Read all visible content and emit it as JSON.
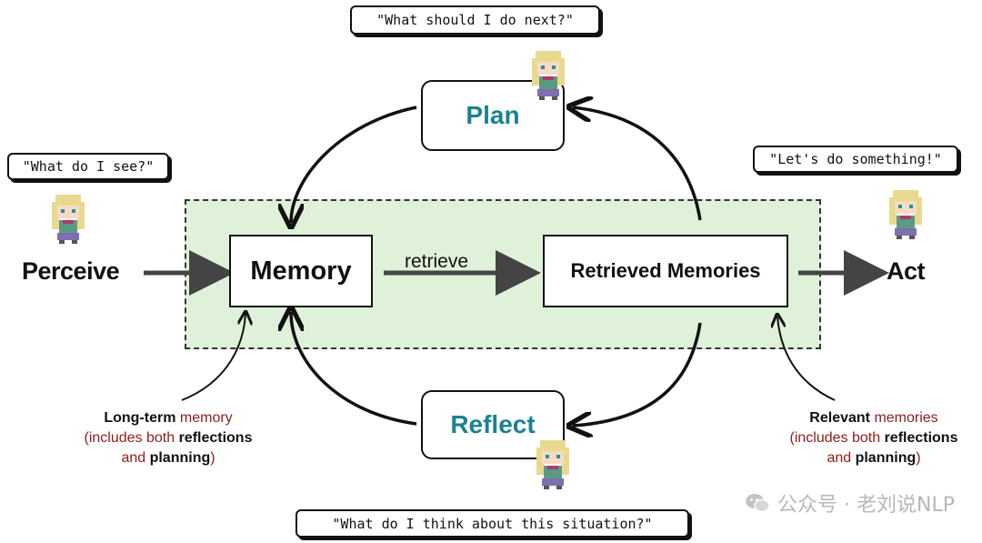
{
  "labels": {
    "perceive": "Perceive",
    "act": "Act",
    "memory": "Memory",
    "retrieved": "Retrieved Memories",
    "retrieve": "retrieve",
    "plan": "Plan",
    "reflect": "Reflect"
  },
  "bubbles": {
    "perceive": "\"What do I see?\"",
    "plan": "\"What should I do next?\"",
    "act": "\"Let's do something!\"",
    "reflect": "\"What do I think about this situation?\""
  },
  "notes": {
    "left": {
      "line1_bold": "Long-term",
      "line1_red": " memory",
      "line2_red_open": "(includes both ",
      "line2_bold": "reflections",
      "line3_red_and": "and ",
      "line3_bold": "planning",
      "line3_red_close": ")"
    },
    "right": {
      "line1_bold": "Relevant",
      "line1_red": " memories",
      "line2_red_open": "(includes both ",
      "line2_bold": "reflections",
      "line3_red_and": "and ",
      "line3_bold": "planning",
      "line3_red_close": ")"
    }
  },
  "watermark": {
    "text": "公众号 · 老刘说NLP",
    "icon": "wechat-icon"
  },
  "colors": {
    "zone_fill": "#dff1d9",
    "teal": "#1b8391",
    "red": "#8f1c1c",
    "arrow": "#444444"
  },
  "icons": [
    "pixel-character-avatar",
    "wechat-icon"
  ]
}
